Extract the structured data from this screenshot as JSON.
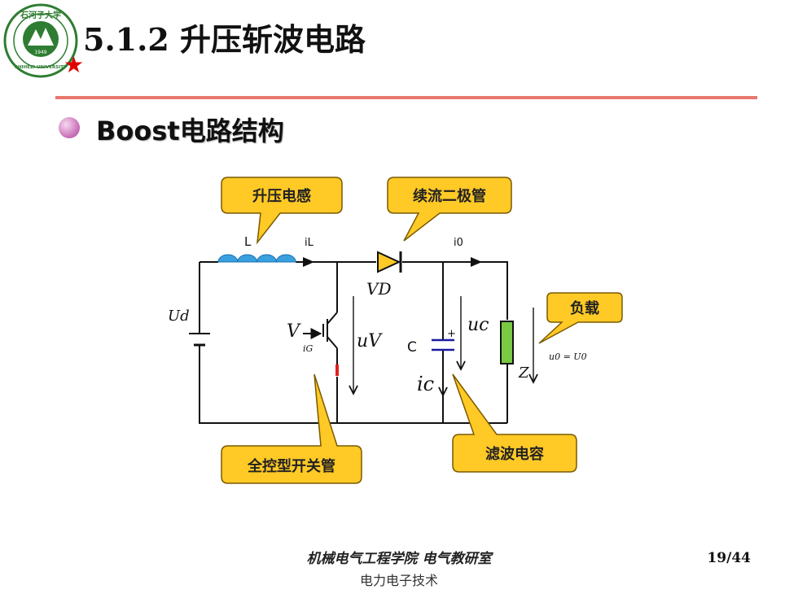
{
  "header": {
    "title": "5.1.2 升压斩波电路",
    "logo_arc_text": "石河子大学",
    "logo_year": "1949",
    "logo_bottom_text": "SHIHEZI UNIVERSITY"
  },
  "section": {
    "subtitle": "Boost电路结构"
  },
  "diagram": {
    "callouts": {
      "inductor": "升压电感",
      "diode": "续流二极管",
      "load": "负载",
      "switch": "全控型开关管",
      "capacitor": "滤波电容"
    },
    "labels": {
      "L": "L",
      "iL": "iL",
      "i0": "i0",
      "VD": "VD",
      "Ud": "Ud",
      "V": "V",
      "iG": "iG",
      "uV": "uV",
      "C": "C",
      "plus": "+",
      "uc": "uc",
      "ic": "ic",
      "Z": "Z",
      "u0eq": "u0 = U0"
    }
  },
  "footer": {
    "line1": "机械电气工程学院 电气教研室",
    "line2": "电力电子技术",
    "page": "19/44"
  },
  "colors": {
    "accent_rule": "#e8786e",
    "callout_fill": "#ffc926",
    "callout_stroke": "#7a5a00",
    "inductor": "#3aa0e0",
    "diode": "#ffc926",
    "load": "#7ac943",
    "capacitor": "#1a1aa0",
    "logo_green": "#2e7d32"
  }
}
